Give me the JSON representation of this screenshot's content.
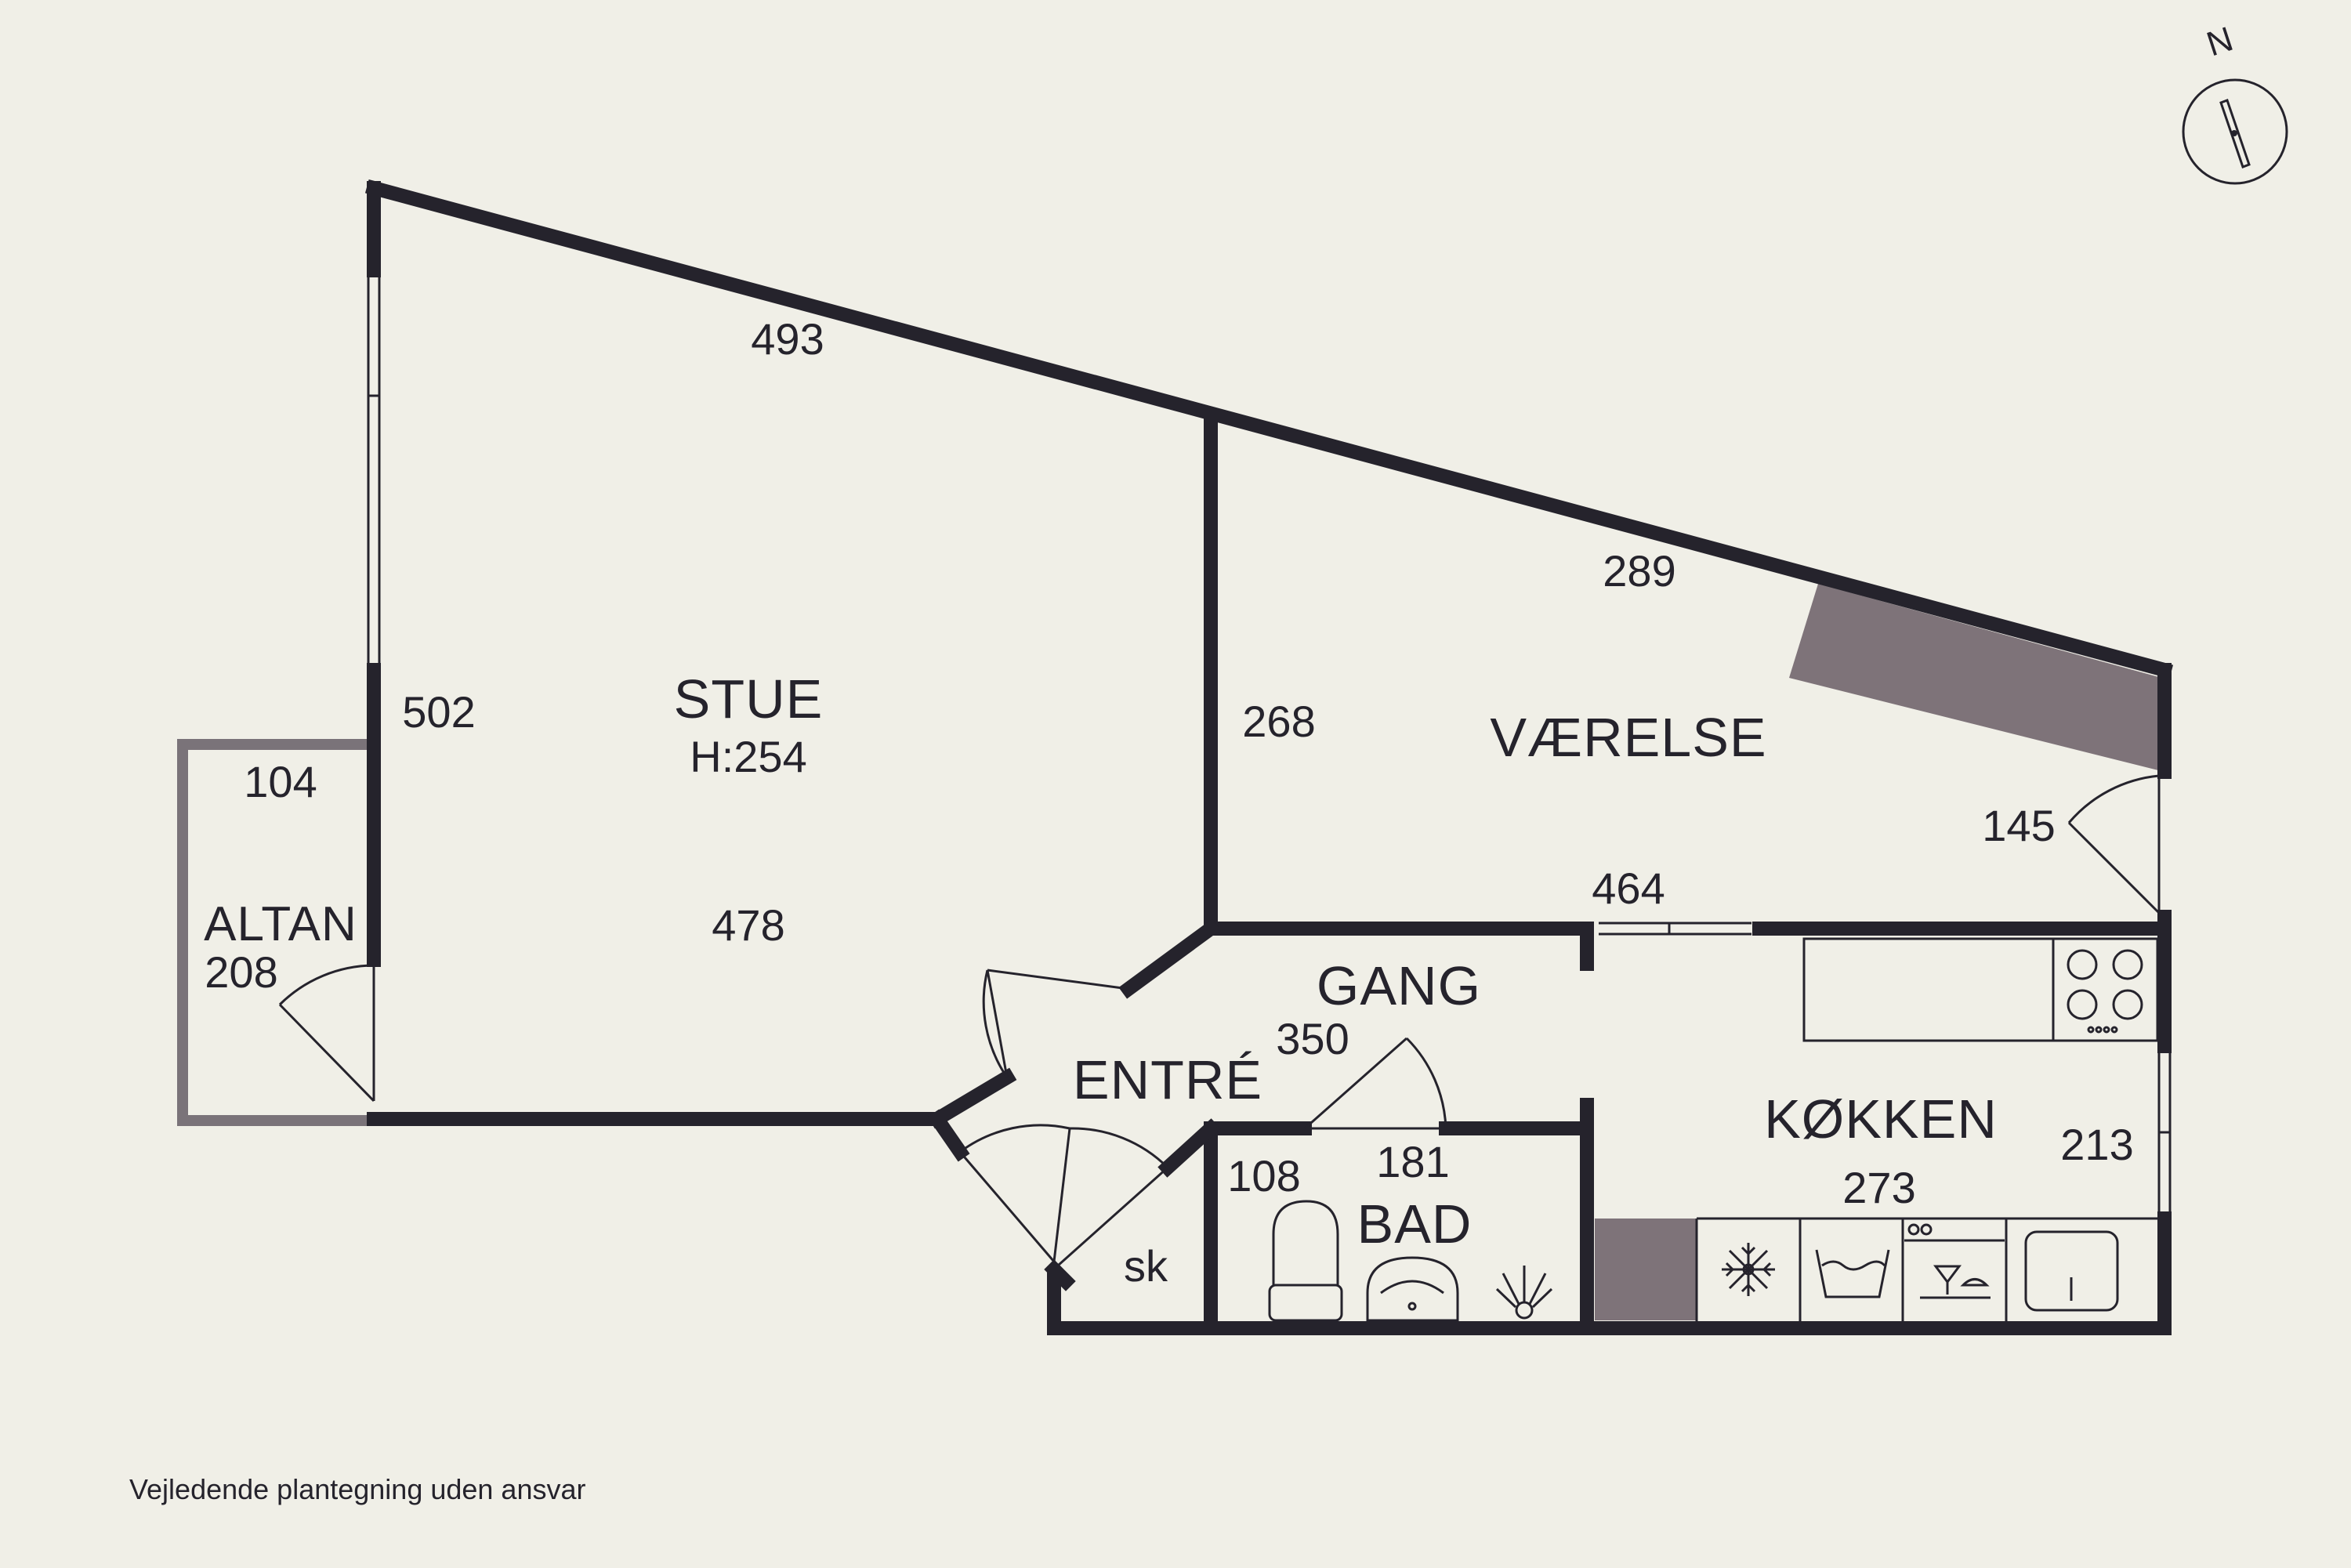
{
  "compass": {
    "label": "N",
    "icon": "north-arrow-icon"
  },
  "rooms": {
    "stue": {
      "name": "STUE",
      "height_label": "H:254"
    },
    "vaerelse": {
      "name": "VÆRELSE"
    },
    "gang": {
      "name": "GANG"
    },
    "entre": {
      "name": "ENTRÉ"
    },
    "bad": {
      "name": "BAD"
    },
    "koekken": {
      "name": "KØKKEN"
    },
    "altan": {
      "name": "ALTAN"
    },
    "skab": {
      "name": "sk"
    }
  },
  "dimensions": {
    "stue_top": "493",
    "stue_left": "502",
    "stue_bottom": "478",
    "vaerelse_left": "268",
    "vaerelse_top": "289",
    "vaerelse_right": "145",
    "vaerelse_bottom": "464",
    "altan_top": "104",
    "altan_side": "208",
    "gang": "350",
    "bad_left": "108",
    "bad_top": "181",
    "koekken_bottom": "273",
    "koekken_right": "213"
  },
  "footer": {
    "disclaimer": "Vejledende plantegning uden ansvar"
  },
  "colors": {
    "background": "#f0efe7",
    "wall": "#25232c",
    "built_in": "#7e7379",
    "altan_wall": "#7a7379"
  }
}
